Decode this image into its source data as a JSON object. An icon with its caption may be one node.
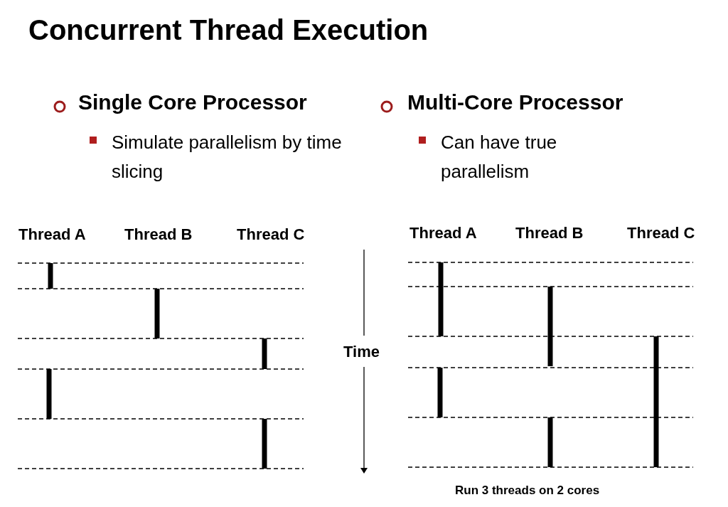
{
  "diagram": {
    "title": "Concurrent Thread Execution",
    "labels": [
      "Single Core Processor",
      "Simulate parallelism by time slicing",
      "Multi-Core Processor",
      "Can have true parallelism",
      "Thread A",
      "Thread B",
      "Thread C",
      "Time",
      "Thread A",
      "Thread B",
      "Thread C",
      "Run 3 threads on 2 cores"
    ]
  }
}
